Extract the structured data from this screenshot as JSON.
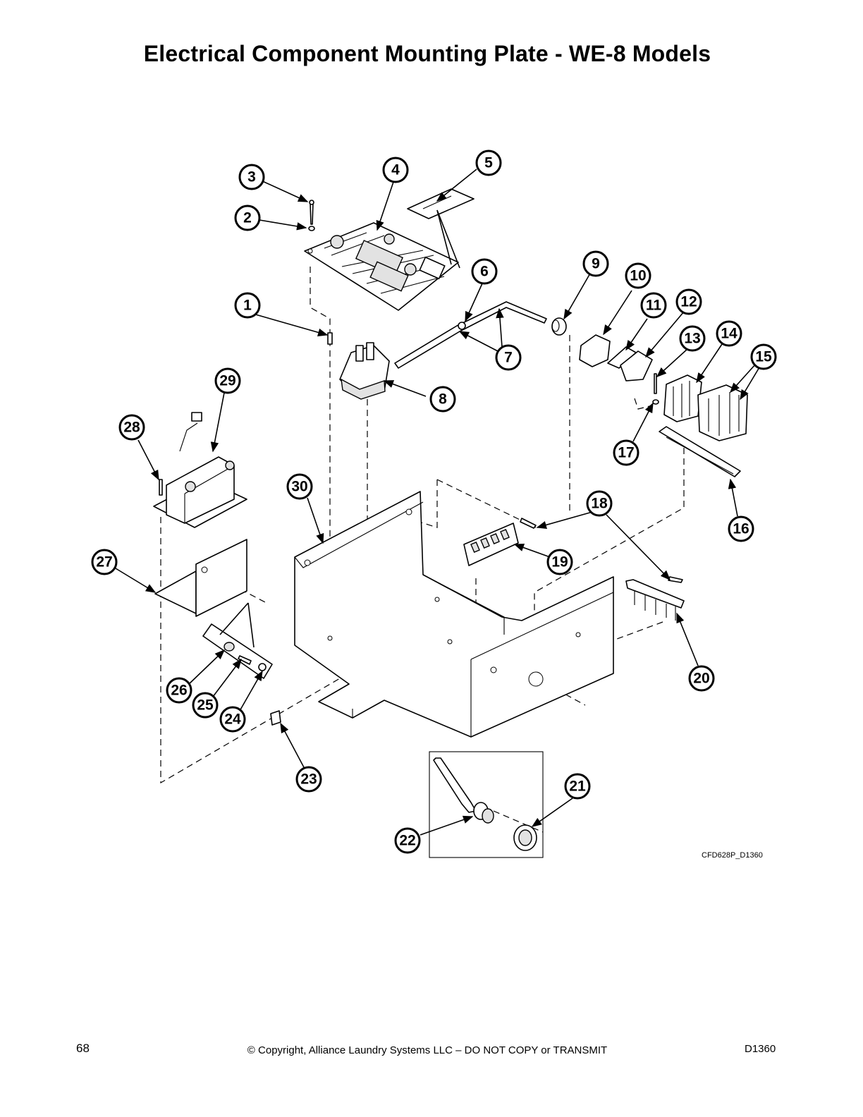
{
  "title": "Electrical Component Mounting Plate - WE-8 Models",
  "callouts": [
    "1",
    "2",
    "3",
    "4",
    "5",
    "6",
    "7",
    "8",
    "9",
    "10",
    "11",
    "12",
    "13",
    "14",
    "15",
    "16",
    "17",
    "18",
    "19",
    "20",
    "21",
    "22",
    "23",
    "24",
    "25",
    "26",
    "27",
    "28",
    "29",
    "30"
  ],
  "drawing_code": "CFD628P_D1360",
  "footer": {
    "page_number": "68",
    "copyright": "© Copyright, Alliance Laundry Systems LLC – DO NOT COPY or TRANSMIT",
    "doc_id": "D1360"
  }
}
